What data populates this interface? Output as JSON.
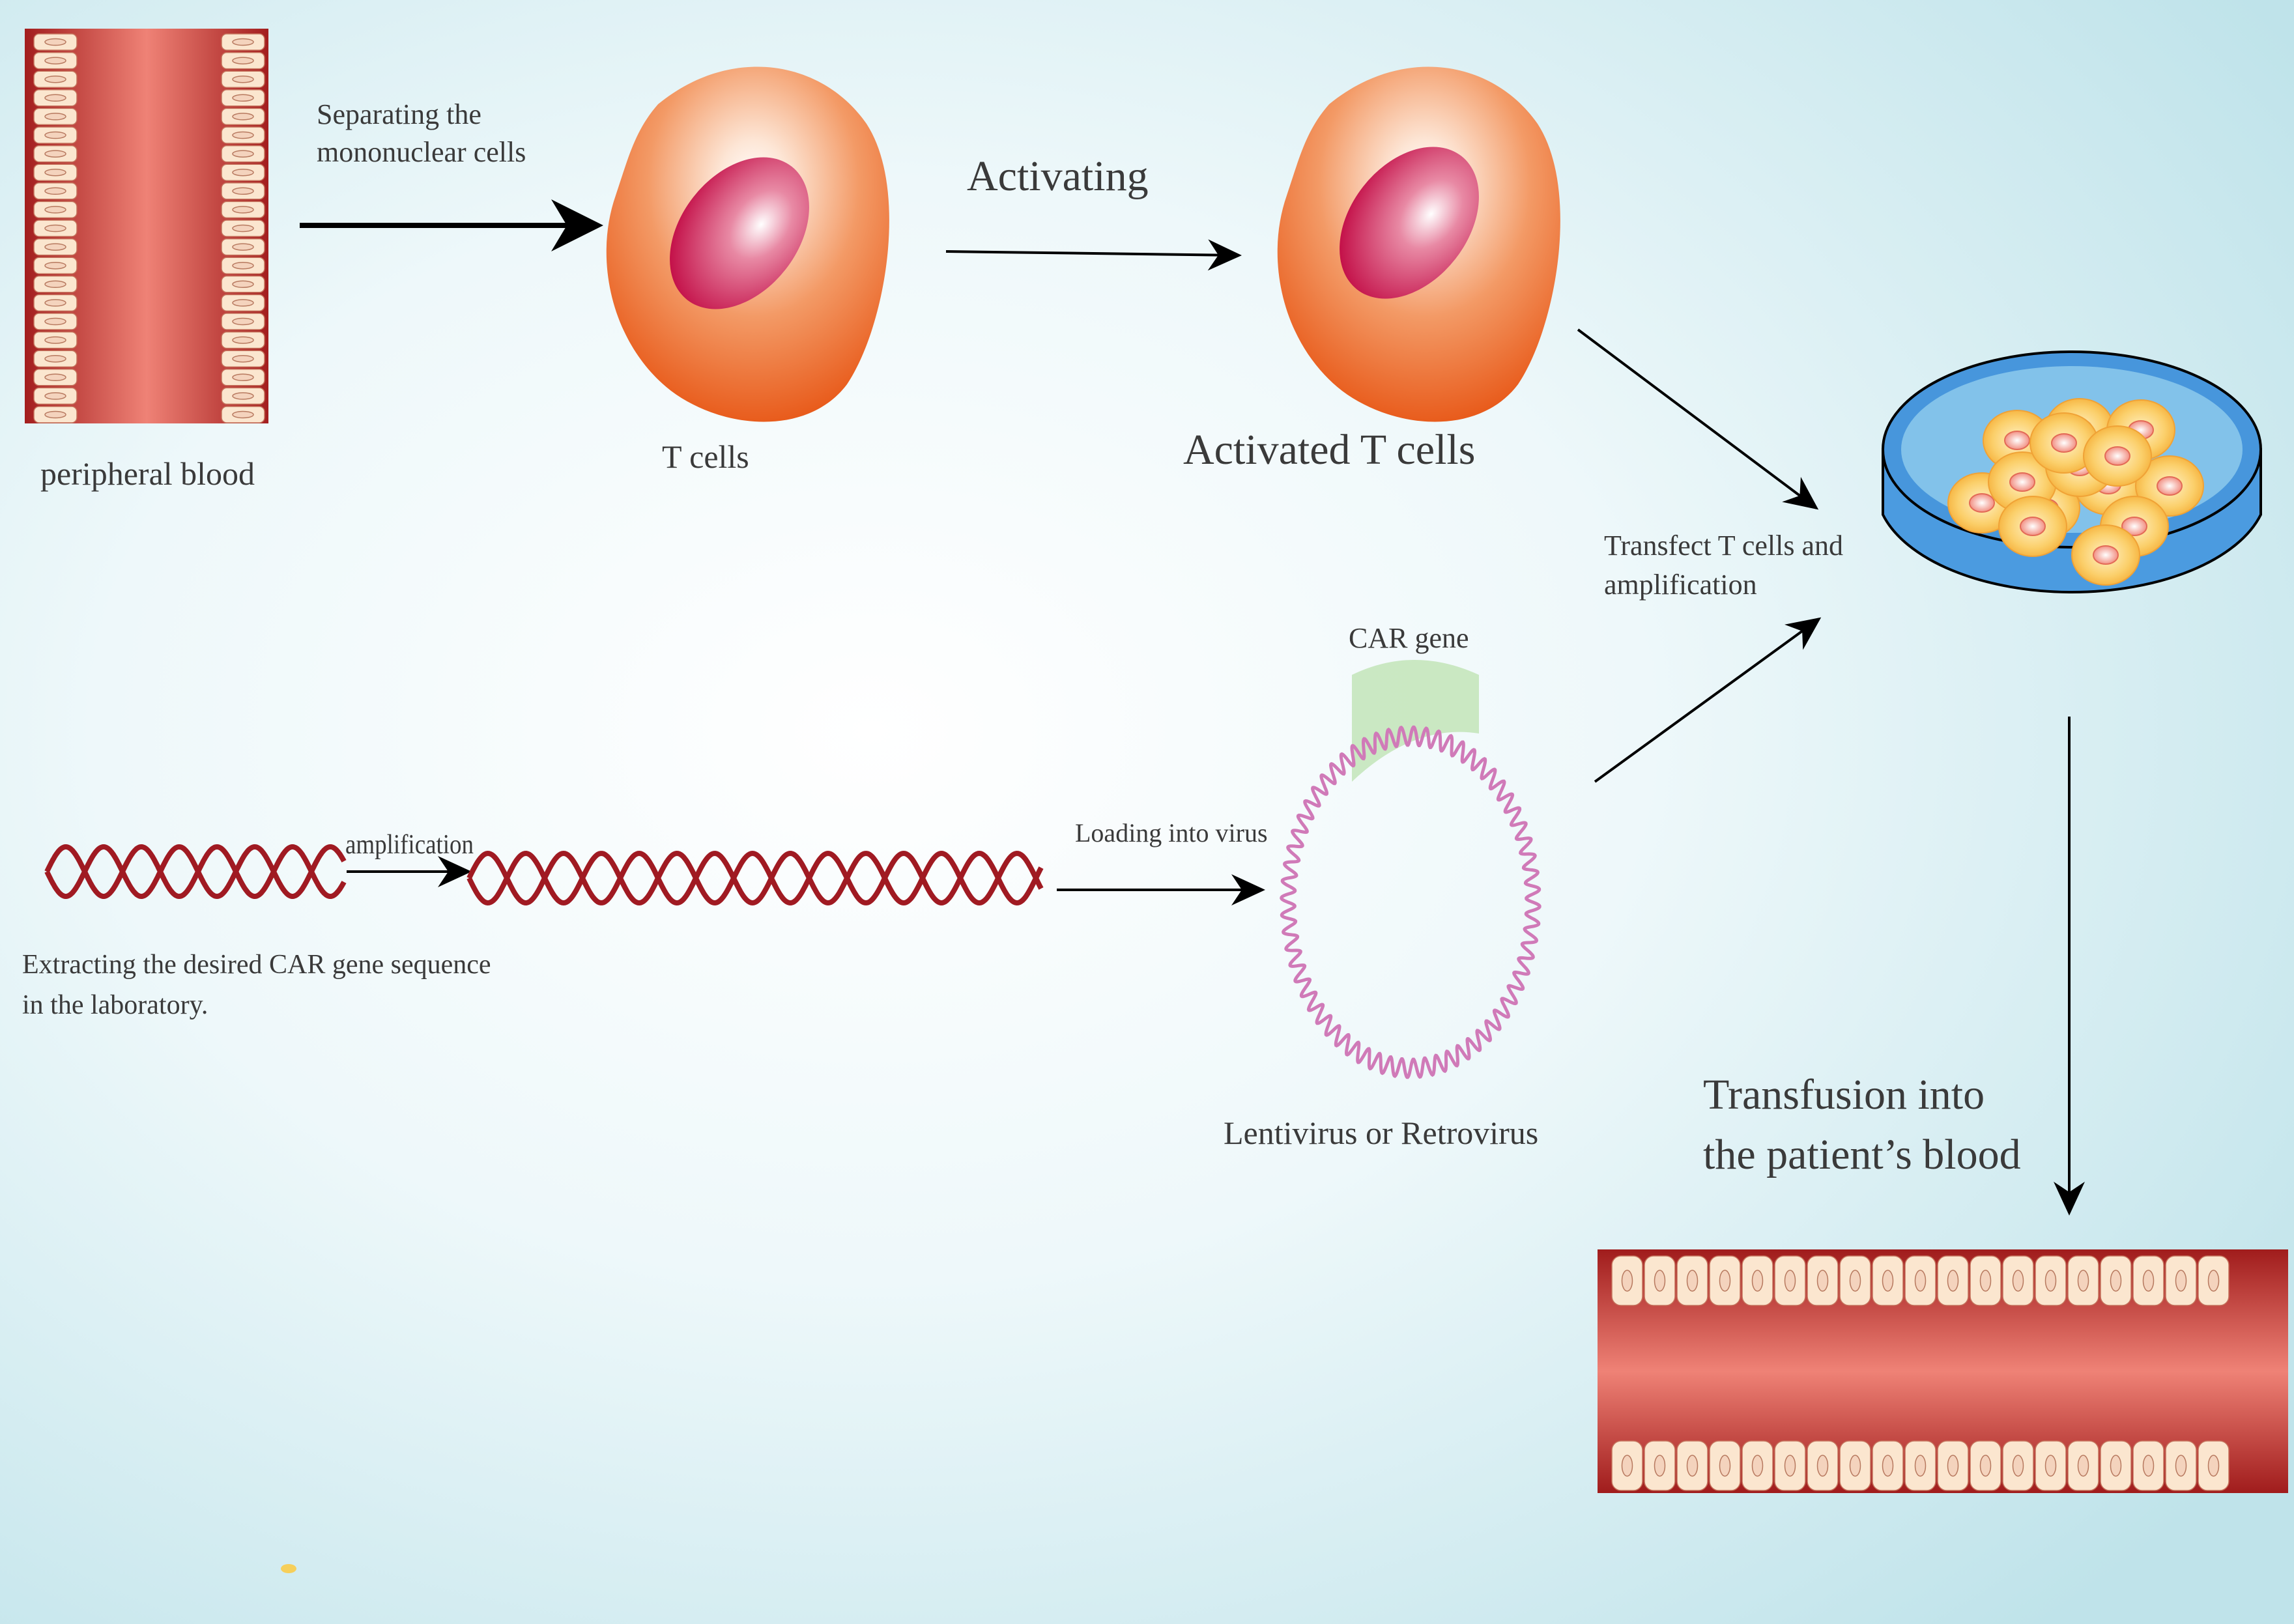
{
  "labels": {
    "peripheral_blood": "peripheral blood",
    "separating_line1": "Separating the",
    "separating_line2": "mononuclear cells",
    "t_cells": "T cells",
    "activating": "Activating",
    "activated_t_cells": "Activated T cells",
    "transfect_line1": "Transfect  T cells and",
    "transfect_line2": "amplification",
    "car_gene": "CAR gene",
    "amplification": "amplification",
    "loading_into_virus": "Loading into virus",
    "extracting_line1": "Extracting the desired CAR gene sequence",
    "extracting_line2": "in the laboratory.",
    "lentivirus": "Lentivirus or Retrovirus",
    "transfusion_line1": "Transfusion into",
    "transfusion_line2": "the patient’s blood"
  },
  "colors": {
    "background_center": "#ffffff",
    "background_edge": "#bfe3ea",
    "vessel_dark": "#a31e1e",
    "vessel_light": "#ee8074",
    "cell_outer": "#ea5a1e",
    "cell_light": "#fde8d8",
    "nucleus": "#c8174f",
    "dna": "#a01a22",
    "plasmid": "#d07ab8",
    "car_highlight": "#bfe3b4",
    "dish_rim": "#3d8fd6",
    "dish_fill": "#7fbfe8",
    "cultured_cell": "#f7b944",
    "arrow": "#000000"
  }
}
